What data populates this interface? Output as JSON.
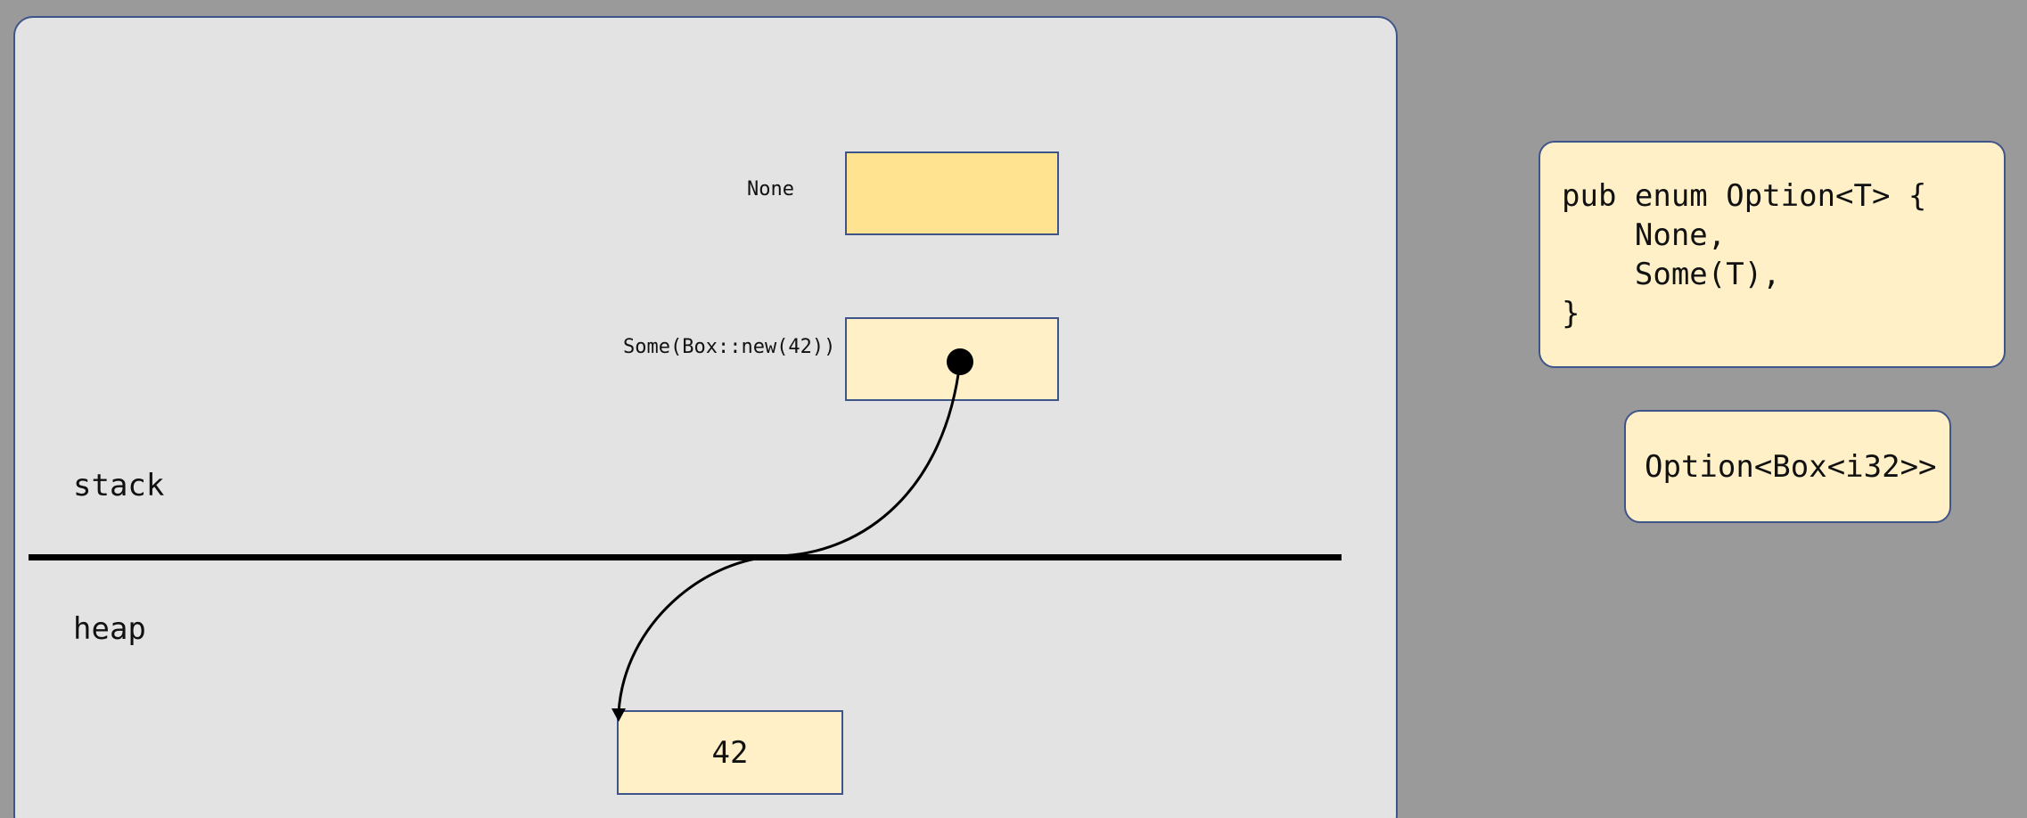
{
  "diagram": {
    "stack_label": "stack",
    "heap_label": "heap",
    "none_label": "None",
    "some_label": "Some(Box::new(42))",
    "heap_value": "42"
  },
  "code": {
    "lines": [
      "pub enum Option<T> {",
      "    None,",
      "    Some(T),",
      "}"
    ]
  },
  "type_label": "Option<Box<i32>>",
  "colors": {
    "background": "#9a9a9a",
    "panel": "#e3e3e3",
    "cell_fill": "#fff0c7",
    "none_fill": "#ffe391",
    "border": "#3f5489"
  }
}
